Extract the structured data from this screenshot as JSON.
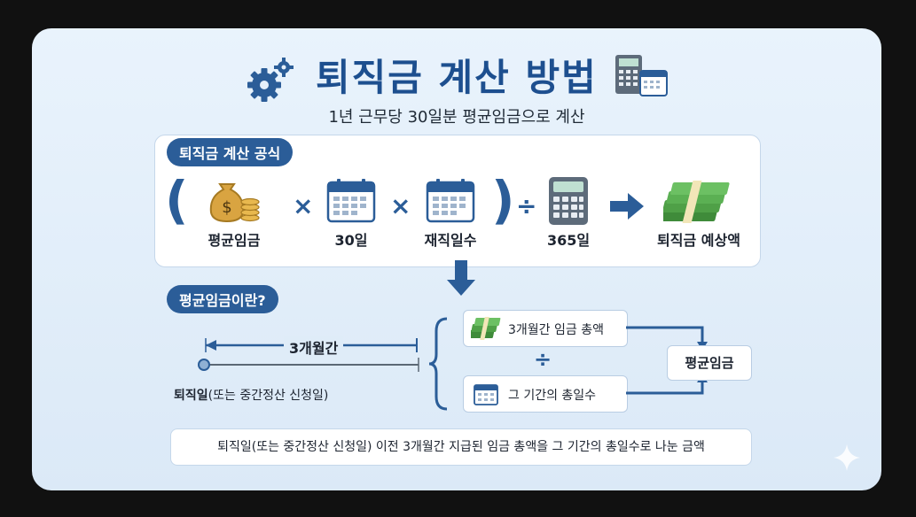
{
  "header": {
    "title": "퇴직금 계산 방법",
    "subtitle": "1년 근무당 30일분 평균임금으로 계산"
  },
  "formula": {
    "section_label": "퇴직금 계산 공식",
    "items": [
      {
        "label": "평균임금",
        "icon": "money-bag-icon"
      },
      {
        "label": "30일",
        "icon": "calendar-icon"
      },
      {
        "label": "재직일수",
        "icon": "calendar-icon"
      },
      {
        "label": "365일",
        "icon": "calculator-icon"
      },
      {
        "label": "퇴직금 예상액",
        "icon": "cash-stack-icon"
      }
    ],
    "ops": [
      "×",
      "×",
      "÷"
    ],
    "parens": [
      "(",
      ")"
    ]
  },
  "average_wage": {
    "section_label": "평균임금이란?",
    "timeline_label": "3개월간",
    "retire_label_bold": "퇴직일",
    "retire_label_rest": "(또는 중간정산 신청일)",
    "total_wage_label": "3개월간 임금 총액",
    "divide_op": "÷",
    "days_label": "그 기간의 총일수",
    "result_label": "평균임금"
  },
  "footer": {
    "description": "퇴직일(또는 중간정산 신청일) 이전 3개월간 지급된 임금 총액을 그 기간의 총일수로 나눈 금액"
  },
  "colors": {
    "primary": "#2b5d98",
    "title": "#1d4f8f",
    "money_green": "#3f8b3a",
    "gold": "#d9a441"
  }
}
